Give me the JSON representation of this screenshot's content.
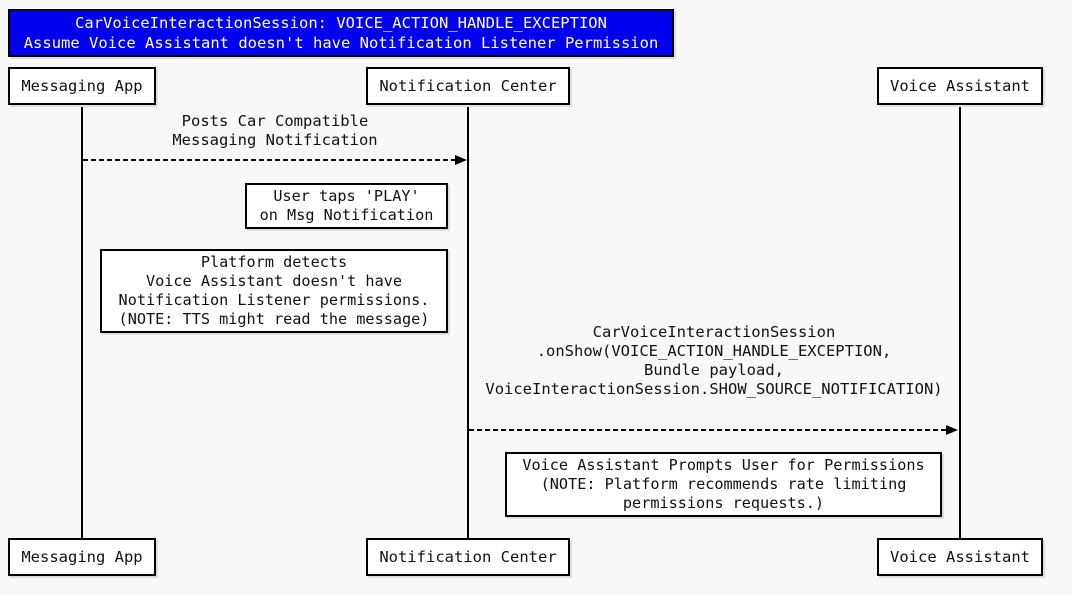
{
  "diagram": {
    "title": {
      "line1": "CarVoiceInteractionSession: VOICE_ACTION_HANDLE_EXCEPTION",
      "line2": "Assume Voice Assistant doesn't have Notification Listener Permission"
    },
    "actors": [
      {
        "label": "Messaging App"
      },
      {
        "label": "Notification Center"
      },
      {
        "label": "Voice Assistant"
      }
    ],
    "messages": [
      {
        "from": "Messaging App",
        "to": "Notification Center",
        "style": "dashed-arrow",
        "lines": [
          "Posts Car Compatible",
          "Messaging Notification"
        ]
      },
      {
        "from": "Notification Center",
        "to": "Voice Assistant",
        "style": "dashed-arrow",
        "lines": [
          "CarVoiceInteractionSession",
          ".onShow(VOICE_ACTION_HANDLE_EXCEPTION,",
          "Bundle payload,",
          "VoiceInteractionSession.SHOW_SOURCE_NOTIFICATION)"
        ]
      }
    ],
    "notes": [
      {
        "lines": [
          "User taps 'PLAY'",
          "on Msg Notification"
        ]
      },
      {
        "lines": [
          "Platform detects",
          "Voice Assistant doesn't have",
          "Notification Listener permissions.",
          "(NOTE: TTS might read the message)"
        ]
      },
      {
        "lines": [
          "Voice Assistant Prompts User for Permissions",
          "(NOTE: Platform recommends rate limiting",
          "permissions requests.)"
        ]
      }
    ],
    "colors": {
      "background": "#f8f8f8",
      "title_bg": "#0000ee",
      "title_text": "#ffffff",
      "box_bg": "#ffffff",
      "line": "#000000"
    }
  }
}
